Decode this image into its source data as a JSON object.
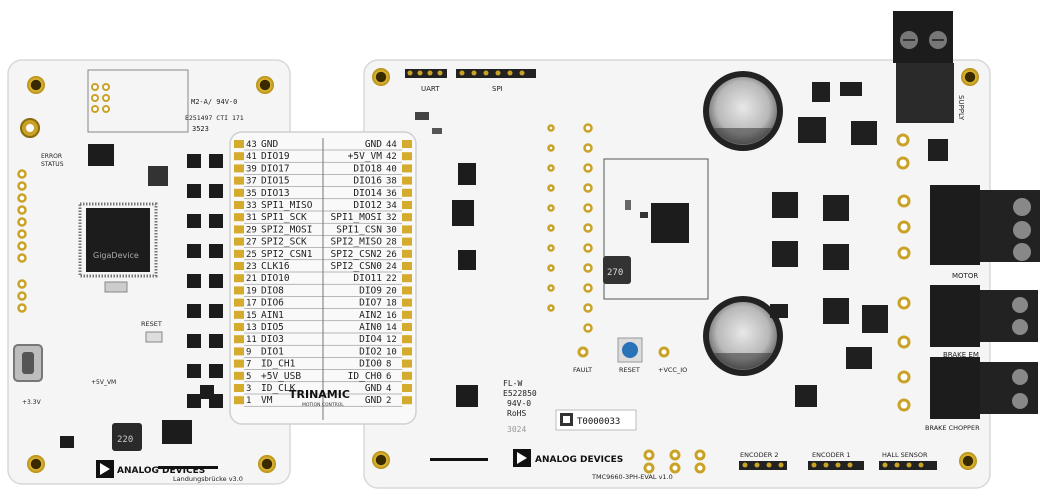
{
  "left_board": {
    "name": "Landungsbrücke v3.0",
    "brand": "ANALOG DEVICES",
    "mcu_text": "GigaDevice",
    "inductor_mark": "220",
    "status_labels": [
      "ERROR",
      "STATUS"
    ],
    "reset_label": "RESET",
    "rail_labels": [
      "+5V_VM",
      "+3.3V"
    ],
    "ul_mark": "M2-A/ 94V-0",
    "ul_code": "E251497 CTI 171",
    "date_code": "3523"
  },
  "adapter": {
    "brand": "TRINAMIC",
    "tagline": "MOTION CONTROL",
    "pins_left": [
      {
        "num": "43",
        "name": "GND"
      },
      {
        "num": "41",
        "name": "DIO19"
      },
      {
        "num": "39",
        "name": "DIO17"
      },
      {
        "num": "37",
        "name": "DIO15"
      },
      {
        "num": "35",
        "name": "DIO13"
      },
      {
        "num": "33",
        "name": "SPI1_MISO"
      },
      {
        "num": "31",
        "name": "SPI1_SCK"
      },
      {
        "num": "29",
        "name": "SPI2_MOSI"
      },
      {
        "num": "27",
        "name": "SPI2_SCK"
      },
      {
        "num": "25",
        "name": "SPI2_CSN1"
      },
      {
        "num": "23",
        "name": "CLK16"
      },
      {
        "num": "21",
        "name": "DIO10"
      },
      {
        "num": "19",
        "name": "DIO8"
      },
      {
        "num": "17",
        "name": "DIO6"
      },
      {
        "num": "15",
        "name": "AIN1"
      },
      {
        "num": "13",
        "name": "DIO5"
      },
      {
        "num": "11",
        "name": "DIO3"
      },
      {
        "num": "9",
        "name": "DIO1"
      },
      {
        "num": "7",
        "name": "ID_CH1"
      },
      {
        "num": "5",
        "name": "+5V_USB"
      },
      {
        "num": "3",
        "name": "ID_CLK"
      },
      {
        "num": "1",
        "name": "VM"
      }
    ],
    "pins_right": [
      {
        "num": "44",
        "name": "GND"
      },
      {
        "num": "42",
        "name": "+5V_VM"
      },
      {
        "num": "40",
        "name": "DIO18"
      },
      {
        "num": "38",
        "name": "DIO16"
      },
      {
        "num": "36",
        "name": "DIO14"
      },
      {
        "num": "34",
        "name": "DIO12"
      },
      {
        "num": "32",
        "name": "SPI1_MOSI"
      },
      {
        "num": "30",
        "name": "SPI1_CSN"
      },
      {
        "num": "28",
        "name": "SPI2_MISO"
      },
      {
        "num": "26",
        "name": "SPI2_CSN2"
      },
      {
        "num": "24",
        "name": "SPI2_CSN0"
      },
      {
        "num": "22",
        "name": "DIO11"
      },
      {
        "num": "20",
        "name": "DIO9"
      },
      {
        "num": "18",
        "name": "DIO7"
      },
      {
        "num": "16",
        "name": "AIN2"
      },
      {
        "num": "14",
        "name": "AIN0"
      },
      {
        "num": "12",
        "name": "DIO4"
      },
      {
        "num": "10",
        "name": "DIO2"
      },
      {
        "num": "8",
        "name": "DIO0"
      },
      {
        "num": "6",
        "name": "ID_CH0"
      },
      {
        "num": "4",
        "name": "GND"
      },
      {
        "num": "2",
        "name": "GND"
      }
    ]
  },
  "right_board": {
    "name": "TMC9660-3PH-EVAL v1.0",
    "brand": "ANALOG DEVICES",
    "uart_label": "UART",
    "spi_label": "SPI",
    "supply_label": "SUPPLY",
    "motor_label": "MOTOR",
    "brake_em_label": "BRAKE EM",
    "brake_chopper_label": "BRAKE CHOPPER",
    "encoder2_label": "ENCODER 2",
    "encoder1_label": "ENCODER 1",
    "hall_label": "HALL SENSOR",
    "fault_label": "FAULT",
    "reset_label": "RESET",
    "vcc_label": "+VCC_IO",
    "inductor_mark": "270",
    "serial": "T0000033",
    "cert_lines": [
      "FL-W",
      "E522850",
      "94V-0",
      "RoHS"
    ],
    "date_code": "3024"
  },
  "colors": {
    "board": "#f7f7f7",
    "gold": "#c9a227",
    "ic": "#1c1c1c",
    "terminal": "#202020",
    "reset_button": "#2a72b8"
  }
}
